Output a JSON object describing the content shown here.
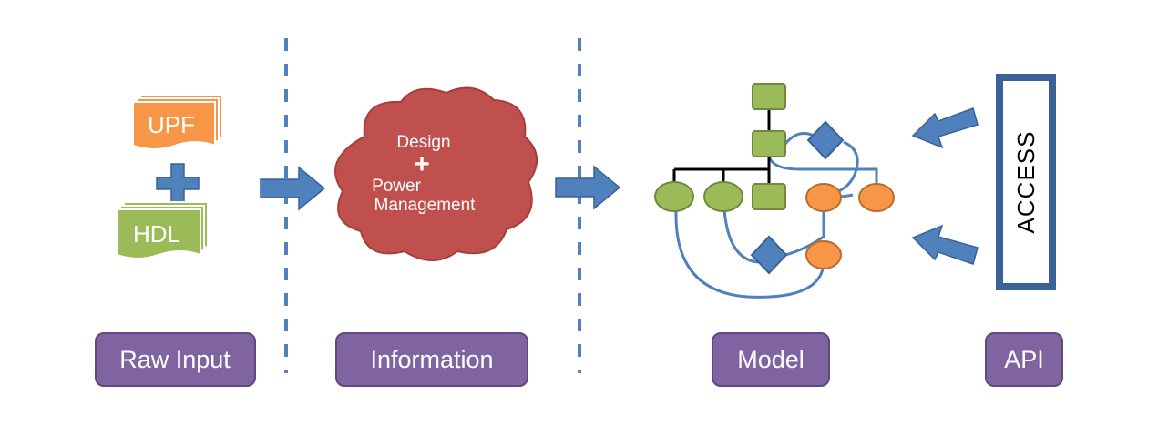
{
  "stages": {
    "raw_input": "Raw Input",
    "information": "Information",
    "model": "Model",
    "api": "API"
  },
  "raw_input": {
    "upf_label": "UPF",
    "hdl_label": "HDL"
  },
  "cloud": {
    "line1": "Design",
    "line2": "+",
    "line3": "Power",
    "line4": "Management"
  },
  "api_box": {
    "label": "ACCESS"
  },
  "colors": {
    "stage_fill": "#8064a2",
    "stage_stroke": "#5e4a7e",
    "arrow_blue": "#4f81bd",
    "upf_orange": "#f79646",
    "hdl_green": "#9bbb59",
    "cloud_red": "#c0504d",
    "divider": "#4f81bd"
  }
}
